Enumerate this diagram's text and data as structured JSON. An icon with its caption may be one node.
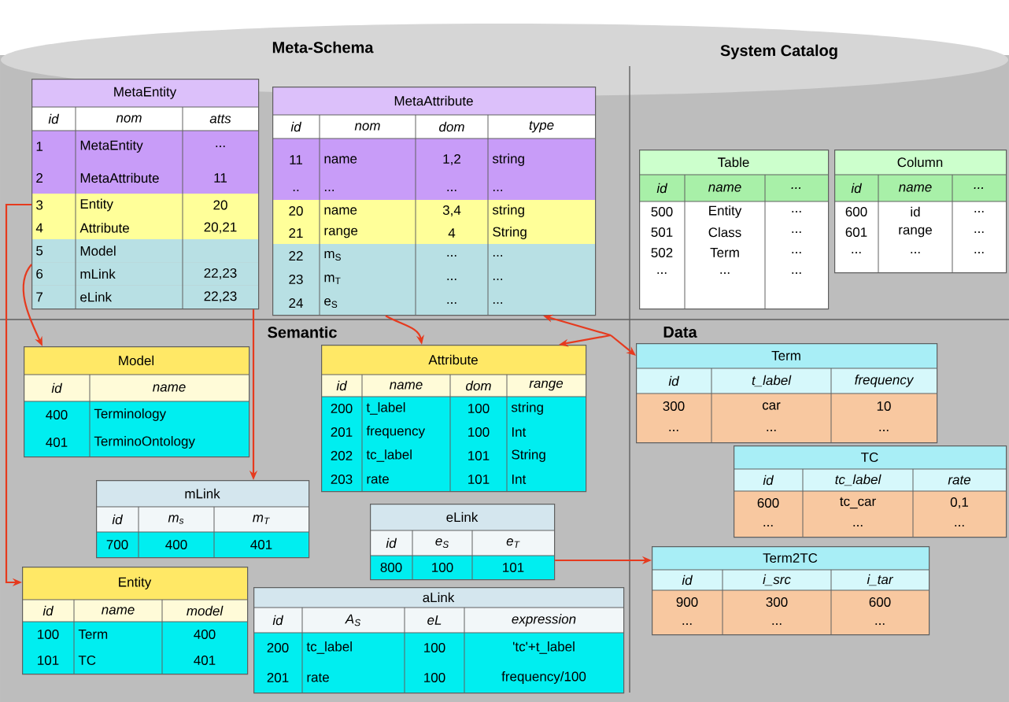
{
  "diagram": {
    "nodes": [
      {
        "text": [
          "MetaEntity",
          "id",
          "nom",
          "atts",
          "1",
          "MetaEntity",
          "...",
          "2",
          "MetaAttribute",
          "11",
          "3",
          "Entity",
          "20",
          "4",
          "Attribute",
          "20,21",
          "5",
          "Model",
          "6",
          "mLink",
          "22,23",
          "7",
          "eLink",
          "22,23"
        ]
      },
      {
        "text": [
          "MetaAttribute",
          "id",
          "nom",
          "dom",
          "type",
          "11",
          "name",
          "1,2",
          "string",
          "..",
          "...",
          "...",
          "...",
          "20",
          "name",
          "3,4",
          "string",
          "21",
          "range",
          "4",
          "String",
          "22",
          "m$_{S}$",
          "...",
          "...",
          "23",
          "m$_{T}$",
          "...",
          "...",
          "24",
          "e$_{S}$",
          "...",
          "..."
        ]
      },
      {
        "text": [
          "Table",
          "id",
          "name",
          "...",
          "500",
          "Entity",
          "...",
          "501",
          "Class",
          "...",
          "502",
          "Term",
          "...",
          "...",
          "...",
          "..."
        ]
      },
      {
        "text": [
          "Column",
          "id",
          "name",
          "...",
          "600",
          "id",
          "...",
          "601",
          "range",
          "...",
          "...",
          "...",
          "..."
        ]
      },
      {
        "text": [
          "Model",
          "id",
          "name",
          "400",
          "Terminology",
          "401",
          "TerminoOntology"
        ]
      },
      {
        "text": [
          "Attribute",
          "id",
          "name",
          "dom",
          "range",
          "200",
          "t_label",
          "100",
          "string",
          "201",
          "frequency",
          "100",
          "Int",
          "202",
          "tc_label",
          "101",
          "String",
          "203",
          "rate",
          "101",
          "Int"
        ]
      },
      {
        "text": [
          "mLink",
          "id",
          "m$_{s}$",
          "m$_{T}$",
          "700",
          "400",
          "401"
        ]
      },
      {
        "text": [
          "eLink",
          "id",
          "e$_{S}$",
          "e$_{T}$",
          "800",
          "100",
          "101"
        ]
      },
      {
        "text": [
          "Entity",
          "id",
          "name",
          "model",
          "100",
          "Term",
          "400",
          "101",
          "TC",
          "401"
        ]
      },
      {
        "text": [
          "aLink",
          "id",
          "A$_{S}$",
          "eL",
          "expression",
          "200",
          "tc_label",
          "100",
          "'tc'+t_label",
          "201",
          "rate",
          "100",
          "frequency/100"
        ]
      },
      {
        "text": [
          "Term",
          "id",
          "t_label",
          "frequency",
          "300",
          "car",
          "10",
          "...",
          "...",
          "..."
        ]
      },
      {
        "text": [
          "TC",
          "id",
          "tc_label",
          "rate",
          "600",
          "tc_car",
          "0,1",
          "...",
          "...",
          "..."
        ]
      },
      {
        "text": [
          "Term2TC",
          "id",
          "i_src",
          "i_tar",
          "900",
          "300",
          "600",
          "...",
          "...",
          "..."
        ]
      }
    ],
    "edges": [
      {
        "from": 0,
        "to": 4,
        "arrow": "to"
      },
      {
        "from": 0,
        "to": 8,
        "arrow": "to"
      },
      {
        "from": 0,
        "to": 6,
        "arrow": "to"
      },
      {
        "from": 1,
        "to": 5,
        "arrow": "to"
      },
      {
        "from": null,
        "to": 1,
        "arrow": "to"
      },
      {
        "from": null,
        "to": 5,
        "arrow": "to"
      },
      {
        "from": null,
        "to": 10,
        "arrow": "to"
      },
      {
        "from": 7,
        "to": 12,
        "arrow": "to"
      }
    ],
    "labels": [
      "Meta-Schema",
      "System Catalog",
      "Semantic",
      "Data"
    ]
  }
}
